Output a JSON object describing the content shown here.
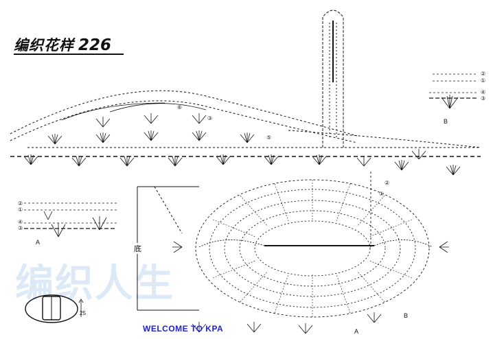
{
  "header": {
    "title": "编织花样",
    "number": "226"
  },
  "watermark": {
    "text": "编织人生"
  },
  "footer": {
    "welcome": "WELCOME TO KPA"
  },
  "labels": {
    "diagram_a": "A",
    "diagram_b": "B",
    "bottom_a": "A",
    "bottom_b": "B",
    "base_label": "底",
    "dimension": "25"
  },
  "row_markers": [
    "②",
    "①",
    "④",
    "③",
    "⑥",
    "⑤"
  ],
  "colors": {
    "ink": "#111111",
    "watermark": "#c9dcf2",
    "link": "#2222cc"
  }
}
